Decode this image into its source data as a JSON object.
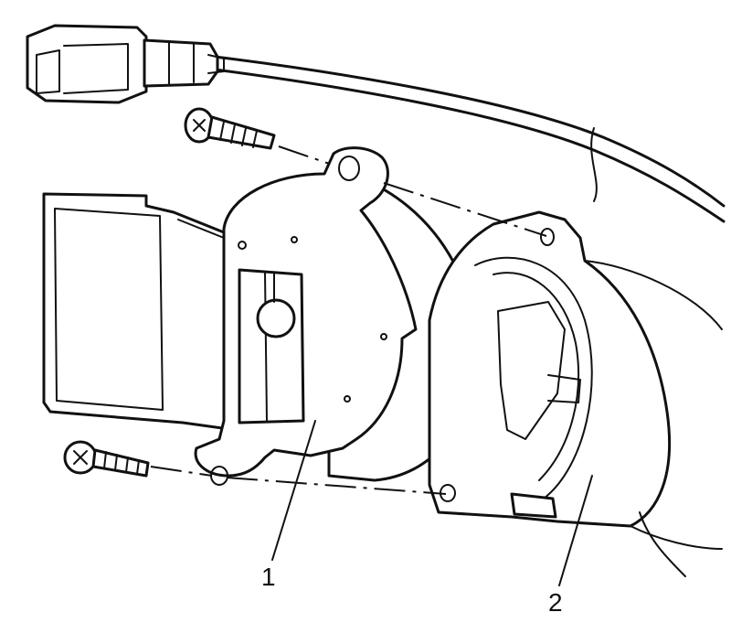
{
  "callouts": [
    {
      "id": "1",
      "label": "1"
    },
    {
      "id": "2",
      "label": "2"
    }
  ],
  "parts": {
    "connector": "connector-plug",
    "screws": [
      "mounting-screw-upper",
      "mounting-screw-lower"
    ],
    "part_1": "sensor-unit",
    "part_2": "housing"
  },
  "colors": {
    "line": "#111111",
    "background": "#ffffff"
  }
}
